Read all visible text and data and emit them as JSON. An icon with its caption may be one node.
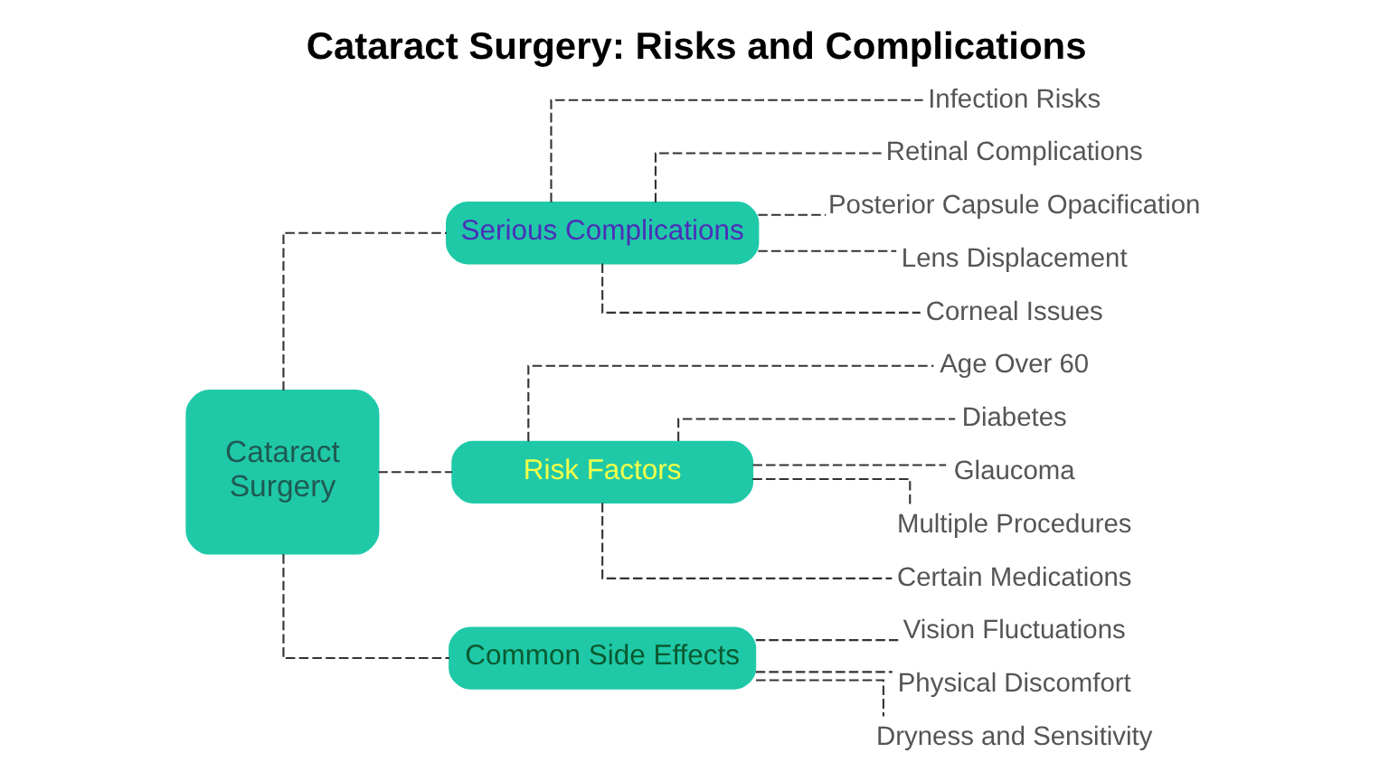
{
  "diagram": {
    "title": "Cataract Surgery: Risks and Complications",
    "nodes": [
      {
        "text": [
          "Cataract Surgery"
        ]
      },
      {
        "text": [
          "Serious Complications"
        ]
      },
      {
        "text": [
          "Infection Risks"
        ]
      },
      {
        "text": [
          "Retinal Complications"
        ]
      },
      {
        "text": [
          "Posterior Capsule Opacification"
        ]
      },
      {
        "text": [
          "Lens Displacement"
        ]
      },
      {
        "text": [
          "Corneal Issues"
        ]
      },
      {
        "text": [
          "Risk Factors"
        ]
      },
      {
        "text": [
          "Age Over 60"
        ]
      },
      {
        "text": [
          "Diabetes"
        ]
      },
      {
        "text": [
          "Glaucoma"
        ]
      },
      {
        "text": [
          "Multiple Procedures"
        ]
      },
      {
        "text": [
          "Certain Medications"
        ]
      },
      {
        "text": [
          "Common Side Effects"
        ]
      },
      {
        "text": [
          "Vision Fluctuations"
        ]
      },
      {
        "text": [
          "Physical Discomfort"
        ]
      },
      {
        "text": [
          "Dryness and Sensitivity"
        ]
      }
    ],
    "edges": [
      {
        "from": 0,
        "to": 1,
        "arrow": "none",
        "style": "dashed"
      },
      {
        "from": 0,
        "to": 7,
        "arrow": "none",
        "style": "dashed"
      },
      {
        "from": 0,
        "to": 13,
        "arrow": "none",
        "style": "dashed"
      },
      {
        "from": 1,
        "to": 2,
        "arrow": "none",
        "style": "dashed"
      },
      {
        "from": 1,
        "to": 3,
        "arrow": "none",
        "style": "dashed"
      },
      {
        "from": 1,
        "to": 4,
        "arrow": "none",
        "style": "dashed"
      },
      {
        "from": 1,
        "to": 5,
        "arrow": "none",
        "style": "dashed"
      },
      {
        "from": 1,
        "to": 6,
        "arrow": "none",
        "style": "dashed"
      },
      {
        "from": 7,
        "to": 8,
        "arrow": "none",
        "style": "dashed"
      },
      {
        "from": 7,
        "to": 9,
        "arrow": "none",
        "style": "dashed"
      },
      {
        "from": 7,
        "to": 10,
        "arrow": "none",
        "style": "dashed"
      },
      {
        "from": 7,
        "to": 11,
        "arrow": "none",
        "style": "dashed"
      },
      {
        "from": 7,
        "to": 12,
        "arrow": "none",
        "style": "dashed"
      },
      {
        "from": 13,
        "to": 14,
        "arrow": "none",
        "style": "dashed"
      },
      {
        "from": 13,
        "to": 15,
        "arrow": "none",
        "style": "dashed"
      },
      {
        "from": 13,
        "to": 16,
        "arrow": "none",
        "style": "dashed"
      }
    ]
  }
}
